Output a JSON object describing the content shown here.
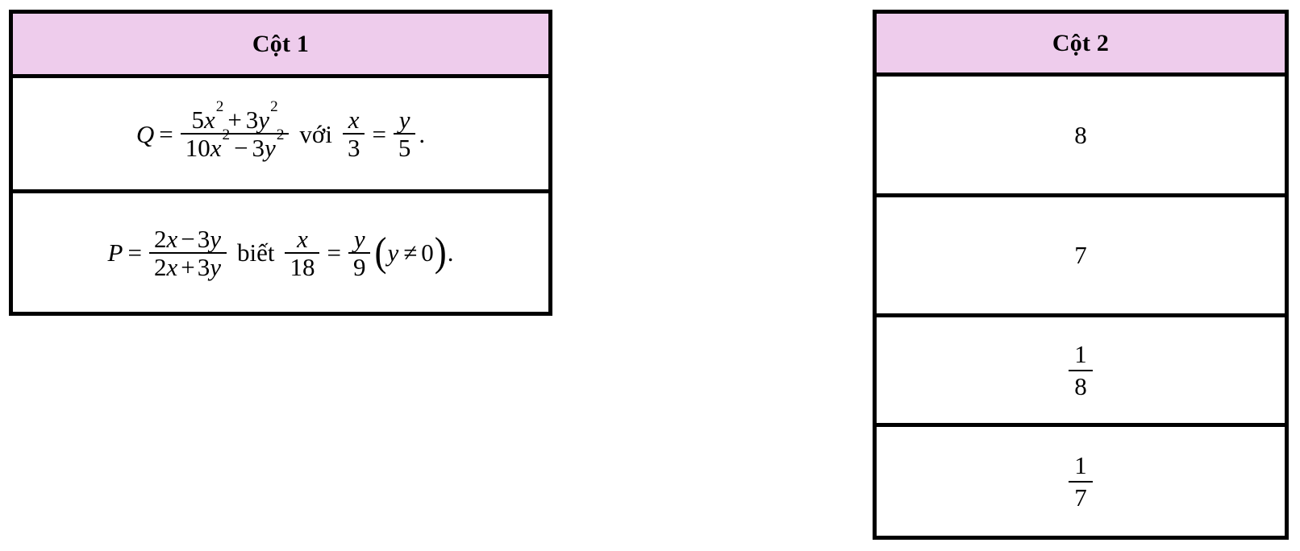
{
  "page": {
    "background": "#ffffff",
    "header_fill": "#eeccec",
    "border_color": "#000000"
  },
  "tables": {
    "column1": {
      "header": "Cột 1",
      "rows": [
        {
          "id": "formula-q",
          "lhs": "Q",
          "equals": "=",
          "fraction": {
            "numerator": {
              "term1_coef": "5",
              "term1_var": "x",
              "term1_exp": "2",
              "op": "+",
              "term2_coef": "3",
              "term2_var": "y",
              "term2_exp": "2"
            },
            "denominator": {
              "term1_coef": "10",
              "term1_var": "x",
              "term1_exp": "2",
              "op": "−",
              "term2_coef": "3",
              "term2_var": "y",
              "term2_exp": "2"
            }
          },
          "connector": "với",
          "condition": {
            "left": {
              "num": "x",
              "den": "3"
            },
            "relation": "=",
            "right": {
              "num": "y",
              "den": "5"
            }
          },
          "terminator": ".",
          "plain_text": "Q = (5x² + 3y²)/(10x² − 3y²) với x/3 = y/5."
        },
        {
          "id": "formula-p",
          "lhs": "P",
          "equals": "=",
          "fraction": {
            "numerator": {
              "term1_coef": "2",
              "term1_var": "x",
              "op": "−",
              "term2_coef": "3",
              "term2_var": "y"
            },
            "denominator": {
              "term1_coef": "2",
              "term1_var": "x",
              "op": "+",
              "term2_coef": "3",
              "term2_var": "y"
            }
          },
          "connector": "biết",
          "condition": {
            "left": {
              "num": "x",
              "den": "18"
            },
            "relation": "=",
            "right": {
              "num": "y",
              "den": "9"
            }
          },
          "note": {
            "open": "(",
            "var": "y",
            "relation": "≠",
            "value": "0",
            "close": ")"
          },
          "terminator": ".",
          "plain_text": "P = (2x − 3y)/(2x + 3y) biết x/18 = y/9 (y ≠ 0)."
        }
      ]
    },
    "column2": {
      "header": "Cột 2",
      "rows": [
        {
          "id": "value-8",
          "kind": "integer",
          "text": "8"
        },
        {
          "id": "value-7",
          "kind": "integer",
          "text": "7"
        },
        {
          "id": "value-1-over-8",
          "kind": "fraction",
          "numerator": "1",
          "denominator": "8",
          "plain_text": "1/8"
        },
        {
          "id": "value-1-over-7",
          "kind": "fraction",
          "numerator": "1",
          "denominator": "7",
          "plain_text": "1/7"
        }
      ]
    }
  }
}
